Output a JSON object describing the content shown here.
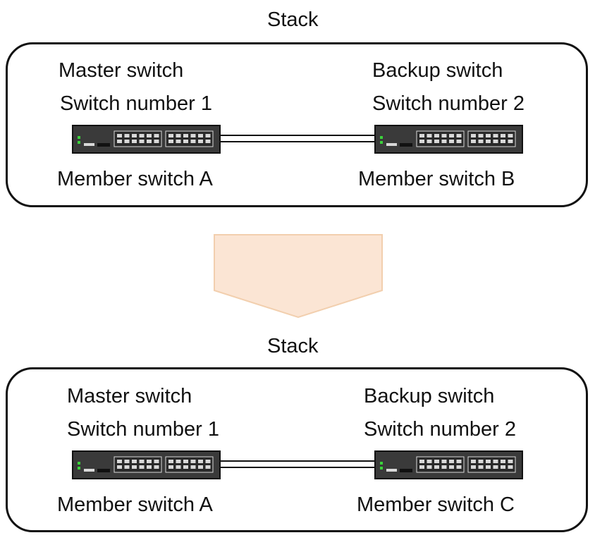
{
  "top_stack": {
    "title": "Stack",
    "left_switch": {
      "role": "Master switch",
      "number": "Switch number 1",
      "member": "Member switch A"
    },
    "right_switch": {
      "role": "Backup switch",
      "number": "Switch number 2",
      "member": "Member switch B"
    }
  },
  "bottom_stack": {
    "title": "Stack",
    "left_switch": {
      "role": "Master switch",
      "number": "Switch number 1",
      "member": "Member switch A"
    },
    "right_switch": {
      "role": "Backup switch",
      "number": "Switch number 2",
      "member": "Member switch C"
    }
  },
  "colors": {
    "arrow_fill": "#fbe5d4",
    "arrow_stroke": "#f2cfae",
    "switch_body": "#3a3a3a",
    "switch_port": "#d9d9d9",
    "switch_led": "#3bd23b"
  }
}
